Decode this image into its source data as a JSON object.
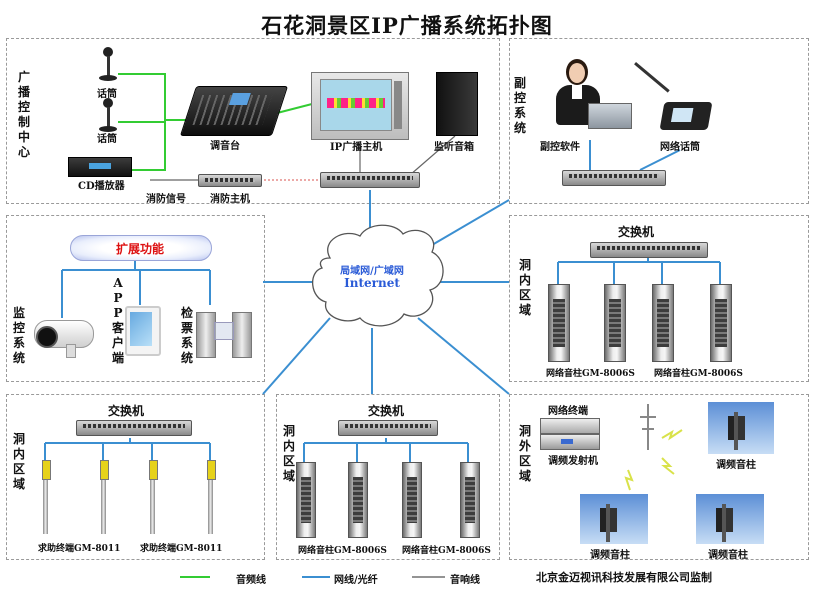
{
  "title": "石花洞景区IP广播系统拓扑图",
  "control_center": {
    "label": "广播控制中心",
    "mic1": "话筒",
    "mic2": "话筒",
    "mixer": "调音台",
    "ip_host": "IP广播主机",
    "monitor": "监听音箱",
    "cd": "CD播放器",
    "fire_signal": "消防信号",
    "fire_host": "消防主机"
  },
  "sub_control": {
    "label": "副控系统",
    "software": "副控软件",
    "net_mic": "网络话筒"
  },
  "extension": {
    "badge": "扩展功能",
    "monitor_label": "监控系统",
    "app_label": "APP客户端",
    "ticket_label": "检票系统"
  },
  "cloud": {
    "line1": "局域网/广域网",
    "line2": "Internet"
  },
  "cave_inner_right": {
    "switch_label": "交换机",
    "area_label": "洞内区域",
    "spk1": "网络音柱GM-8006S",
    "spk2": "网络音柱GM-8006S"
  },
  "help_area": {
    "switch_label": "交换机",
    "area_label": "洞内区域",
    "term1": "求助终端GM-8011",
    "term2": "求助终端GM-8011"
  },
  "cave_inner_mid": {
    "switch_label": "交换机",
    "area_label": "洞内区域",
    "spk1": "网络音柱GM-8006S",
    "spk2": "网络音柱GM-8006S"
  },
  "cave_outer": {
    "area_label": "洞外区域",
    "net_terminal": "网络终端",
    "fm_tx": "调频发射机",
    "col1": "调频音柱",
    "col2": "调频音柱",
    "col3": "调频音柱"
  },
  "legend": {
    "audio": "音频线",
    "network": "网线/光纤",
    "speaker": "音响线",
    "audio_color": "#33cc33",
    "network_color": "#3b8fd1",
    "speaker_color": "#555555"
  },
  "footer": "北京金迈视讯科技发展有限公司监制"
}
